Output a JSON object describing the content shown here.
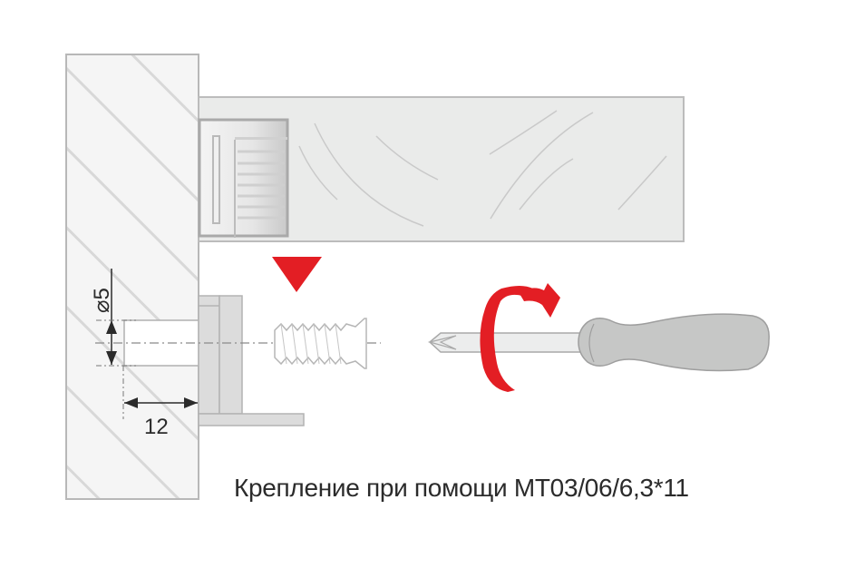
{
  "caption": "Крепление при помощи MT03/06/6,3*11",
  "dimensions": {
    "diameter_label": "⌀5",
    "depth_label": "12"
  },
  "colors": {
    "accent_red": "#e31e24",
    "wall_fill": "#f4f4f4",
    "hatch": "#d6d6d6",
    "outline": "#b5b5b5",
    "panel_fill": "#eaebea",
    "handle_fill": "#c6c7c6",
    "dim_line": "#2b2b2b"
  },
  "elements": [
    "wall-section-hatched",
    "shelf-panel",
    "connector-housing",
    "mounting-bracket",
    "screw",
    "screwdriver",
    "rotation-arrow",
    "direction-arrow"
  ]
}
